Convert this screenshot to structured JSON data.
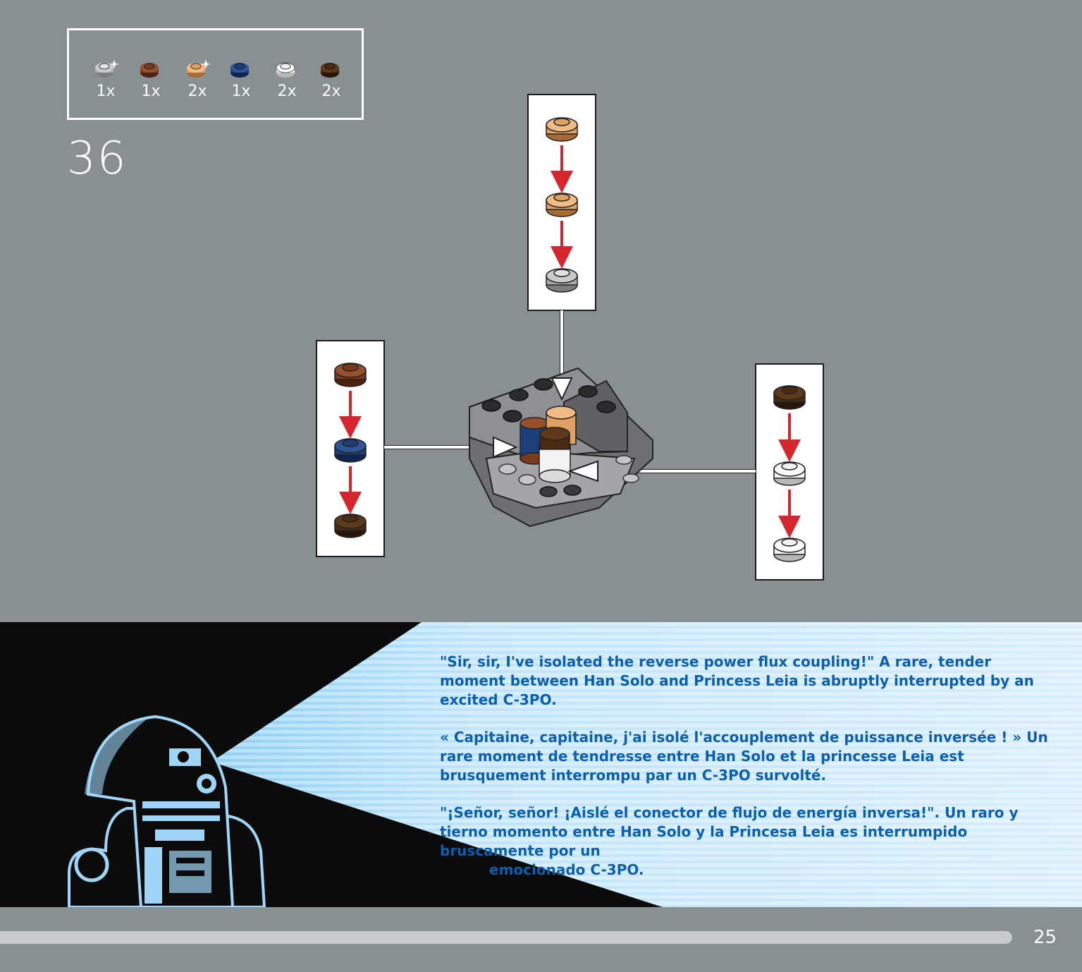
{
  "parts_list": {
    "items": [
      {
        "qty": "1x",
        "color": "#a8a9ab",
        "icon": "round-plate-light-gray-icon"
      },
      {
        "qty": "1x",
        "color": "#7a3a1c",
        "icon": "round-plate-reddish-brown-icon"
      },
      {
        "qty": "2x",
        "color": "#e0a064",
        "icon": "round-plate-tan-icon"
      },
      {
        "qty": "1x",
        "color": "#1c3f7a",
        "icon": "round-plate-dark-blue-icon"
      },
      {
        "qty": "2x",
        "color": "#f2f2f2",
        "icon": "round-plate-white-icon"
      },
      {
        "qty": "2x",
        "color": "#4a2a12",
        "icon": "round-plate-dark-brown-icon"
      }
    ]
  },
  "step_number": "36",
  "story": {
    "english": "\"Sir, sir, I've isolated the reverse power flux coupling!\" A rare, tender moment between Han Solo and Princess Leia is abruptly interrupted by an excited C-3PO.",
    "french": "« Capitaine, capitaine, j'ai isolé l'accouplement de puissance inversée ! » Un rare moment de tendresse entre Han Solo et la princesse Leia est brusquement interrompu par un C-3PO survolté.",
    "spanish_1": "\"¡Señor, señor! ¡Aislé el conector de flujo de energía inversa!\". Un raro y tierno momento entre Han Solo y la Princesa Leia es interrumpido bruscamente por un",
    "spanish_2": "emocionado C-3PO."
  },
  "page_number": "25",
  "colors": {
    "background": "#899092",
    "arrow": "#d3262e",
    "text_blue": "#0a5fb0",
    "hologram": "#bfe4fb"
  }
}
